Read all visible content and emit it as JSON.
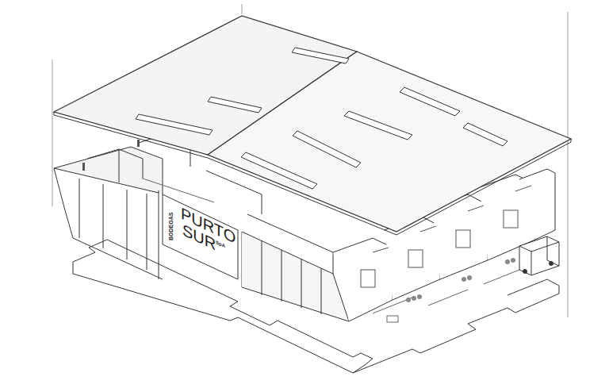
{
  "diagram": {
    "labels": [
      "BODEGAS",
      "PURTO",
      "SUR",
      "SpA"
    ]
  }
}
